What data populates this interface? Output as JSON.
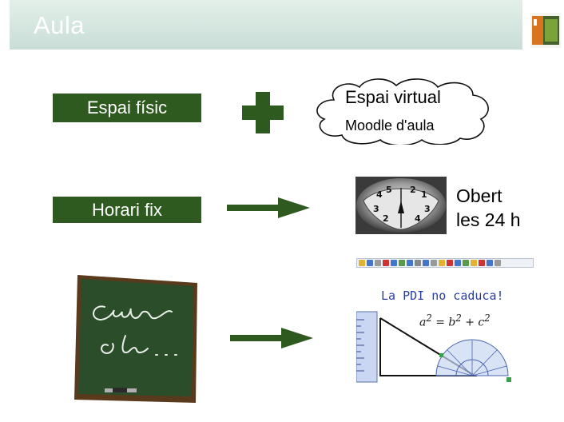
{
  "header": {
    "title": "Aula",
    "background_color": "#d6e7e0"
  },
  "logo": {
    "icon": "institution-logo-icon",
    "colors": [
      "#7aa33a",
      "#d8731f",
      "#44602b"
    ]
  },
  "rows": [
    {
      "left_label": "Espai físic",
      "connector": "plus-icon",
      "right": {
        "title": "Espai  virtual",
        "subtitle": "Moodle d'aula"
      }
    },
    {
      "left_label": "Horari fix",
      "connector": "arrow-right-icon",
      "right": {
        "line1": "Obert",
        "line2": "les 24 h",
        "image": "hands-clock-icon"
      }
    },
    {
      "left_image": "chalkboard-icon",
      "connector": "arrow-right-icon",
      "right": {
        "image": "interactive-whiteboard-icon",
        "caption": "La PDI no caduca!"
      }
    }
  ],
  "accent_color": "#2f5a1f"
}
